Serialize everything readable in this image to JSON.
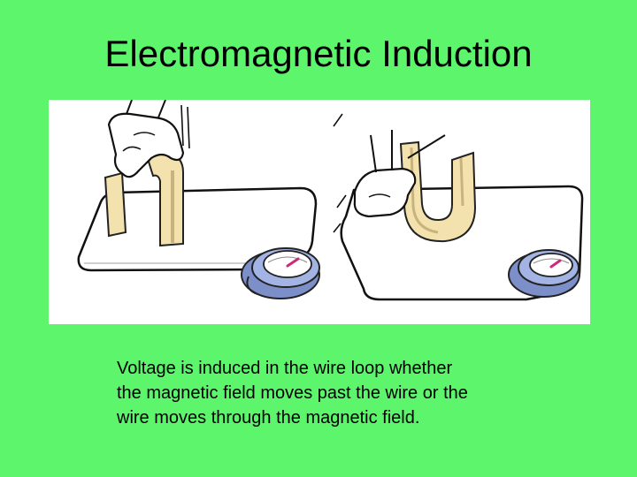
{
  "slide": {
    "title": "Electromagnetic Induction",
    "caption_lines": [
      "Voltage is induced in the wire loop whether",
      "the magnetic field moves past the wire or the",
      "wire moves through the magnetic field."
    ]
  },
  "colors": {
    "background": "#5cf56b",
    "magnet": "#f3e2ae",
    "meter_body": "#8fa2d8",
    "needle": "#cc2b7a"
  },
  "illustration": {
    "left_panel": "hand moving magnet past wire loop",
    "right_panel": "hand moving wire loop through magnet"
  }
}
